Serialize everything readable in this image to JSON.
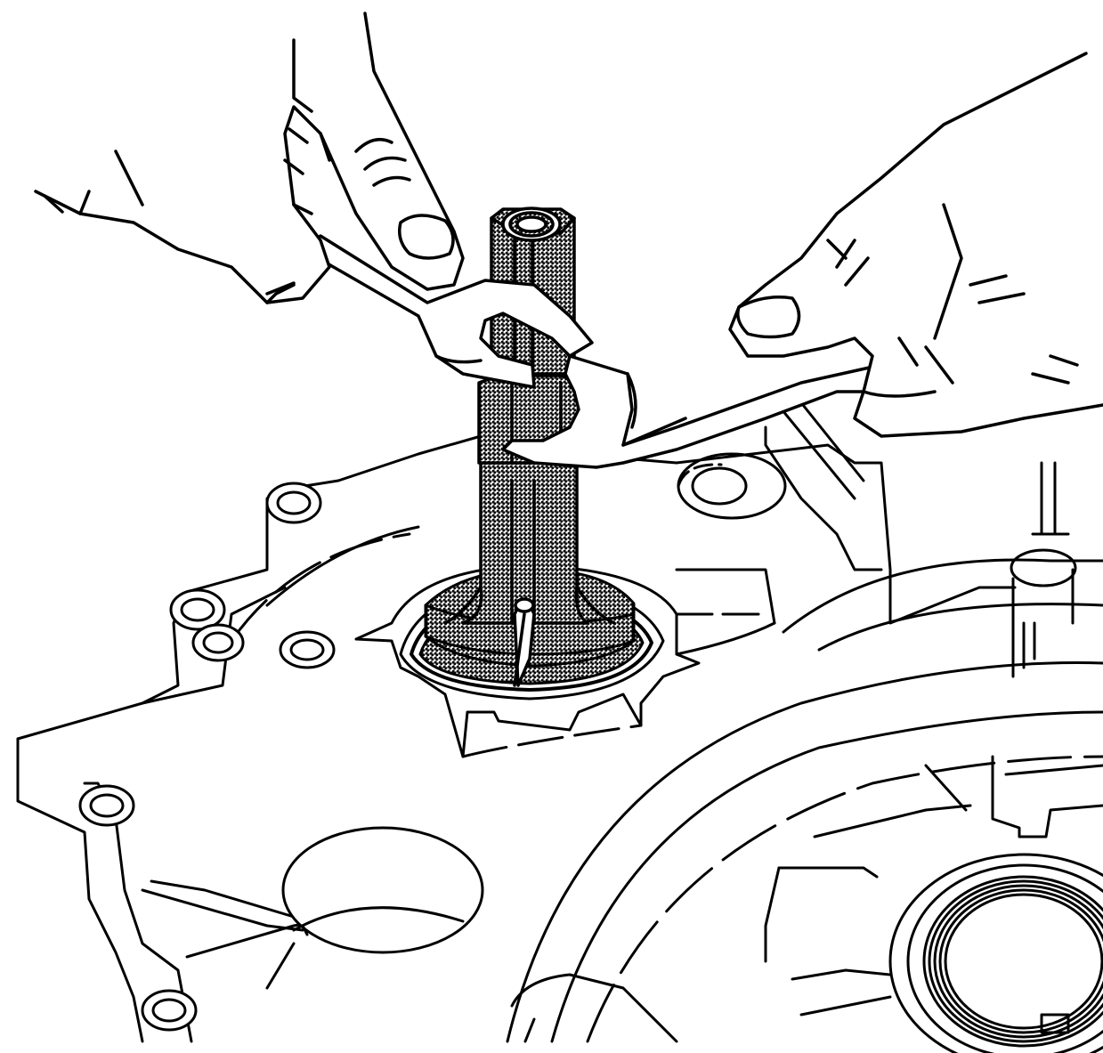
{
  "diagram": {
    "kind": "line-art-illustration",
    "palette": {
      "ink": "#000000",
      "paper": "#ffffff",
      "tool_fill": "#b8b8b8"
    },
    "parts": [
      "transaxle-case",
      "seal-installer-tool",
      "wrench-upper",
      "wrench-lower",
      "left-hand",
      "right-hand",
      "differential-bore"
    ]
  }
}
